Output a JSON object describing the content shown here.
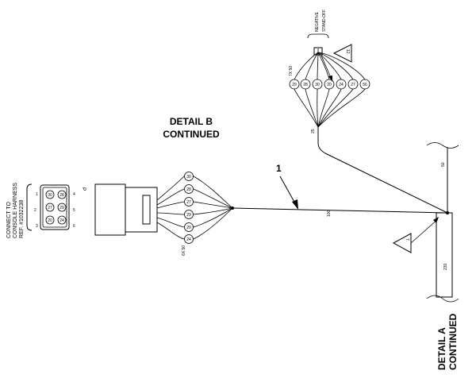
{
  "detail_b": {
    "line1": "DETAIL B",
    "line2": "CONTINUED"
  },
  "detail_a": {
    "line1": "DETAIL A",
    "line2": "CONTINUED"
  },
  "callout": {
    "item_number": "1"
  },
  "standoff": {
    "line1": "NEGATIVE",
    "line2": "STAND-OFF",
    "flag_label": "12."
  },
  "lower_flag": {
    "label": "7."
  },
  "connector": {
    "line1": "CONNECT TO",
    "line2": "CONSOLE HARNESS",
    "line3": "REF. #1032238",
    "pin_label": "P"
  },
  "connector_pins": [
    "30",
    "28",
    "27",
    "29",
    "20",
    "24"
  ],
  "pin_row_numbers": [
    "1",
    "2",
    "3",
    "4",
    "5",
    "6"
  ],
  "top_fan_pins": [
    "29",
    "28",
    "30",
    "20",
    "24",
    "27",
    "56"
  ],
  "top_fan_label": "7X 50",
  "left_fan_pins": [
    "30",
    "28",
    "27",
    "29",
    "20",
    "24"
  ],
  "left_fan_label": "6X 50",
  "dimensions": {
    "top_branch": "25",
    "trunk": "100",
    "right_upper": "50",
    "right_lower": "230"
  }
}
